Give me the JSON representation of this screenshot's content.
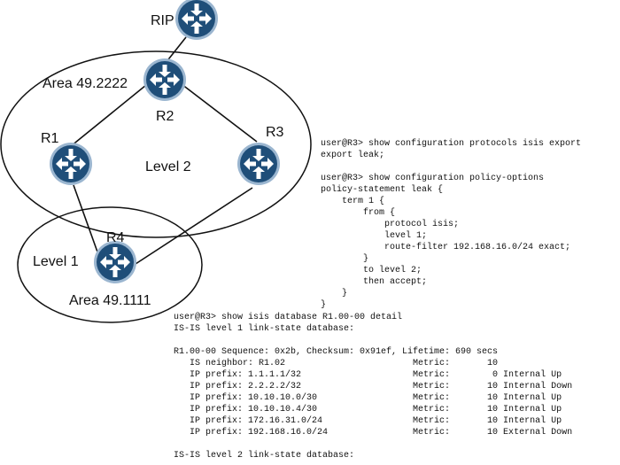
{
  "diagram": {
    "routers": {
      "rip": "RIP",
      "r1": "R1",
      "r2": "R2",
      "r3": "R3",
      "r4": "R4"
    },
    "areas": {
      "upper_area": "Area 49.2222",
      "upper_level": "Level 2",
      "lower_area": "Area 49.1111",
      "lower_level": "Level 1"
    },
    "colors": {
      "router_fill": "#1f4e79",
      "router_ring": "#9bb6d0"
    },
    "icon": "router-icon"
  },
  "config_output": [
    "user@R3> show configuration protocols isis export",
    "export leak;",
    "",
    "user@R3> show configuration policy-options",
    "policy-statement leak {",
    "    term 1 {",
    "        from {",
    "            protocol isis;",
    "            level 1;",
    "            route-filter 192.168.16.0/24 exact;",
    "        }",
    "        to level 2;",
    "        then accept;",
    "    }",
    "}"
  ],
  "database_output": [
    "user@R3> show isis database R1.00-00 detail",
    "IS-IS level 1 link-state database:",
    "",
    "R1.00-00 Sequence: 0x2b, Checksum: 0x91ef, Lifetime: 690 secs",
    "   IS neighbor: R1.02                        Metric:       10",
    "   IP prefix: 1.1.1.1/32                     Metric:        0 Internal Up",
    "   IP prefix: 2.2.2.2/32                     Metric:       10 Internal Down",
    "   IP prefix: 10.10.10.0/30                  Metric:       10 Internal Up",
    "   IP prefix: 10.10.10.4/30                  Metric:       10 Internal Up",
    "   IP prefix: 172.16.31.0/24                 Metric:       10 Internal Up",
    "   IP prefix: 192.168.16.0/24                Metric:       10 External Down",
    "",
    "IS-IS level 2 link-state database:"
  ]
}
